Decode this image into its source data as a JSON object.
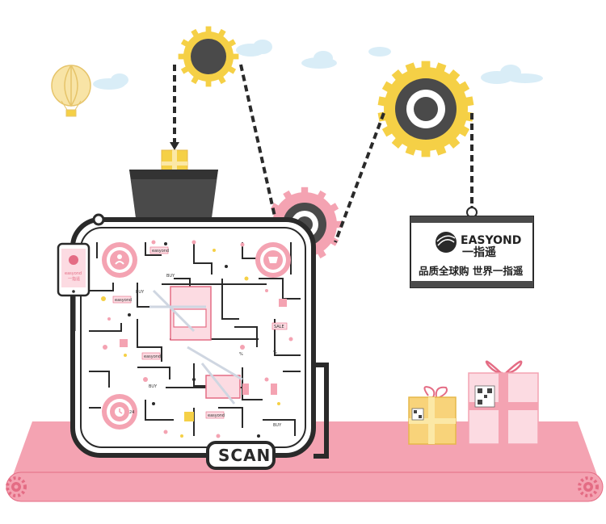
{
  "scan_label": "SCAN",
  "sign": {
    "brand": "EASYOND",
    "brand_cn": "一指遥",
    "slogan": "品质全球购 世界一指遥"
  },
  "phone": {
    "brand": "easyond",
    "brand_cn": "一指遥"
  },
  "qr_words": {
    "easyond": "easyond",
    "buy": "BUY",
    "sale": "SALE",
    "percent": "%",
    "time_24": "24"
  },
  "colors": {
    "pink": "#f4a3b2",
    "pink_dark": "#e46c84",
    "gold": "#f5d046",
    "dark": "#4a4a4a",
    "outline": "#2a2a2a"
  }
}
